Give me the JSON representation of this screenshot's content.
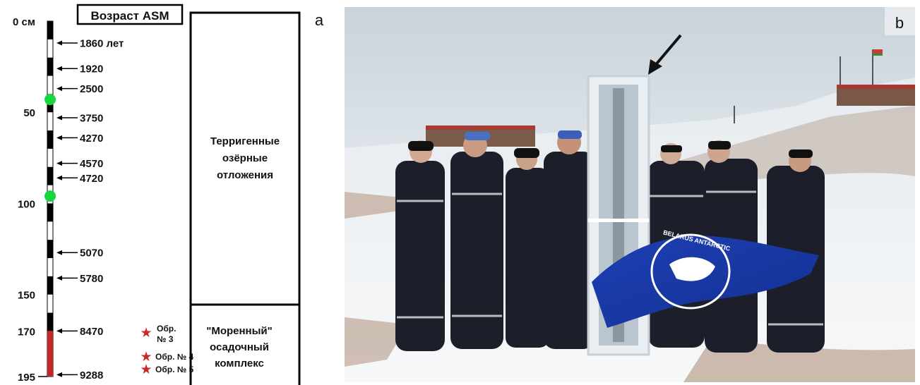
{
  "panel_a": {
    "label": "a",
    "header": "Возраст ASM",
    "depth_ticks": [
      {
        "depth": 0,
        "label": "0 см"
      },
      {
        "depth": 50,
        "label": "50"
      },
      {
        "depth": 100,
        "label": "100"
      },
      {
        "depth": 150,
        "label": "150"
      },
      {
        "depth": 170,
        "label": "170"
      },
      {
        "depth": 195,
        "label": "195"
      }
    ],
    "ages": [
      {
        "depth": 12,
        "label": "1860 лет"
      },
      {
        "depth": 26,
        "label": "1920"
      },
      {
        "depth": 37,
        "label": "2500"
      },
      {
        "depth": 53,
        "label": "3750"
      },
      {
        "depth": 64,
        "label": "4270"
      },
      {
        "depth": 78,
        "label": "4570"
      },
      {
        "depth": 86,
        "label": "4720"
      },
      {
        "depth": 127,
        "label": "5070"
      },
      {
        "depth": 141,
        "label": "5780"
      },
      {
        "depth": 170,
        "label": "8470"
      },
      {
        "depth": 194,
        "label": "9288"
      }
    ],
    "green_points_depth": [
      43,
      96
    ],
    "red_segment_depth": [
      170,
      195
    ],
    "units": [
      {
        "label_lines": [
          "Терригенные",
          "озёрные",
          "отложения"
        ]
      },
      {
        "label_lines": [
          "\"Моренный\"",
          "осадочный",
          "комплекс"
        ]
      }
    ],
    "samples": [
      {
        "label": "Обр.",
        "label2": "№ 3",
        "depth": 168
      },
      {
        "label": "Обр. № 4",
        "depth": 185
      },
      {
        "label": "Обр. № 5",
        "depth": 193
      }
    ],
    "colors": {
      "green": "#19d640",
      "red": "#c62828",
      "star": "#cc2a2a",
      "line": "#000000"
    }
  },
  "panel_b": {
    "label": "b",
    "flag_text": "BELARUS ANTARCTIC"
  }
}
